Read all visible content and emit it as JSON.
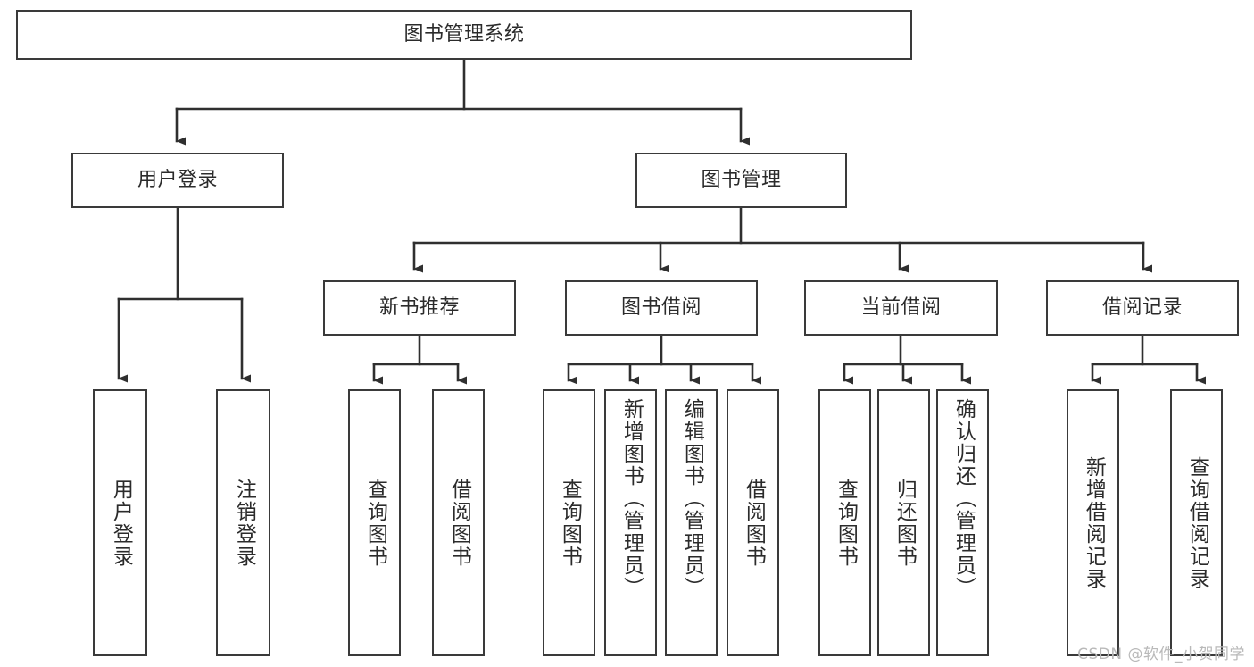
{
  "page": {
    "title": "图书管理系统 功能结构图",
    "background_color": "#ffffff",
    "line_color": "#3a3a3a",
    "text_color": "#2b2b2b",
    "watermark": "CSDN @软件_小贺同学"
  },
  "chart_data": {
    "type": "diagram",
    "diagram_kind": "tree-hierarchy",
    "title": "图书管理系统",
    "levels": 4,
    "nodes": [
      {
        "id": "root",
        "label": "图书管理系统",
        "level": 0,
        "parent": null
      },
      {
        "id": "login",
        "label": "用户登录",
        "level": 1,
        "parent": "root"
      },
      {
        "id": "bookmgmt",
        "label": "图书管理",
        "level": 1,
        "parent": "root"
      },
      {
        "id": "login-do",
        "label": "用户登录",
        "level": 2,
        "parent": "login"
      },
      {
        "id": "logout-do",
        "label": "注销登录",
        "level": 2,
        "parent": "login"
      },
      {
        "id": "newbook",
        "label": "新书推荐",
        "level": 2,
        "parent": "bookmgmt"
      },
      {
        "id": "borrow",
        "label": "图书借阅",
        "level": 2,
        "parent": "bookmgmt"
      },
      {
        "id": "current",
        "label": "当前借阅",
        "level": 2,
        "parent": "bookmgmt"
      },
      {
        "id": "records",
        "label": "借阅记录",
        "level": 2,
        "parent": "bookmgmt"
      },
      {
        "id": "newbook-query",
        "label": "查询图书",
        "level": 3,
        "parent": "newbook"
      },
      {
        "id": "newbook-borrow",
        "label": "借阅图书",
        "level": 3,
        "parent": "newbook"
      },
      {
        "id": "borrow-query",
        "label": "查询图书",
        "level": 3,
        "parent": "borrow"
      },
      {
        "id": "borrow-add",
        "label": "新增图书（管理员）",
        "level": 3,
        "parent": "borrow"
      },
      {
        "id": "borrow-edit",
        "label": "编辑图书（管理员）",
        "level": 3,
        "parent": "borrow"
      },
      {
        "id": "borrow-lend",
        "label": "借阅图书",
        "level": 3,
        "parent": "borrow"
      },
      {
        "id": "current-query",
        "label": "查询图书",
        "level": 3,
        "parent": "current"
      },
      {
        "id": "current-return",
        "label": "归还图书",
        "level": 3,
        "parent": "current"
      },
      {
        "id": "current-confirm",
        "label": "确认归还（管理员）",
        "level": 3,
        "parent": "current"
      },
      {
        "id": "records-add",
        "label": "新增借阅记录",
        "level": 3,
        "parent": "records"
      },
      {
        "id": "records-query",
        "label": "查询借阅记录",
        "level": 3,
        "parent": "records"
      }
    ]
  },
  "nodes": {
    "root": {
      "label": "图书管理系统"
    },
    "login": {
      "label": "用户登录"
    },
    "bookmgmt": {
      "label": "图书管理"
    },
    "login_do": {
      "label": "用户登录"
    },
    "logout_do": {
      "label": "注销登录"
    },
    "newbook": {
      "label": "新书推荐"
    },
    "borrow": {
      "label": "图书借阅"
    },
    "current": {
      "label": "当前借阅"
    },
    "records": {
      "label": "借阅记录"
    },
    "newbook_query": {
      "label": "查询图书"
    },
    "newbook_borrow": {
      "label": "借阅图书"
    },
    "borrow_query": {
      "label": "查询图书"
    },
    "borrow_add": {
      "label": "新增图书（管理员）"
    },
    "borrow_edit": {
      "label": "编辑图书（管理员）"
    },
    "borrow_lend": {
      "label": "借阅图书"
    },
    "current_query": {
      "label": "查询图书"
    },
    "current_return": {
      "label": "归还图书"
    },
    "current_confirm": {
      "label": "确认归还（管理员）"
    },
    "records_add": {
      "label": "新增借阅记录"
    },
    "records_query": {
      "label": "查询借阅记录"
    }
  }
}
